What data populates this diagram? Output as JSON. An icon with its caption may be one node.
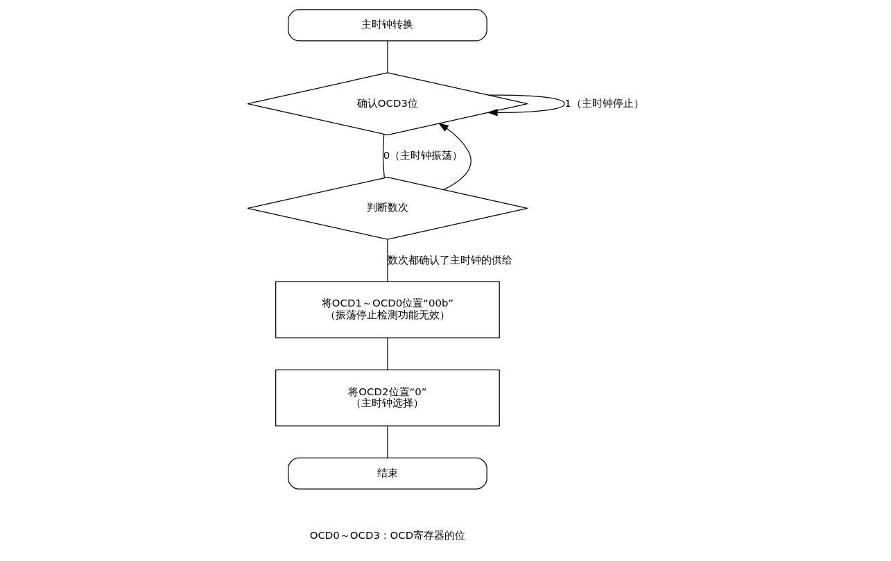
{
  "diagram": {
    "nodes": [
      {
        "text": [
          "主时钟转换"
        ]
      },
      {
        "text": [
          "确认OCD3位"
        ]
      },
      {
        "text": [
          "判断数次"
        ]
      },
      {
        "text": [
          "将OCD1～OCD0位置“00b”",
          "（振荡停止检测功能无效）"
        ]
      },
      {
        "text": [
          "将OCD2位置“0”",
          "（主时钟选择）"
        ]
      },
      {
        "text": [
          "结束"
        ]
      }
    ],
    "edges": [
      {
        "from": 0,
        "to": 1,
        "arrow": "none"
      },
      {
        "from": 1,
        "to": 1,
        "arrow": "to",
        "label": "1（主时钟停止）"
      },
      {
        "from": 1,
        "to": 2,
        "arrow": "none",
        "label": "0（主时钟振荡）"
      },
      {
        "from": 2,
        "to": 1,
        "arrow": "to"
      },
      {
        "from": 2,
        "to": 3,
        "arrow": "none",
        "label": "数次都确认了主时钟的供给"
      },
      {
        "from": 3,
        "to": 4,
        "arrow": "none"
      },
      {
        "from": 4,
        "to": 5,
        "arrow": "none"
      }
    ],
    "labels": [
      "OCD0～OCD3 : OCD寄存器的位"
    ]
  }
}
